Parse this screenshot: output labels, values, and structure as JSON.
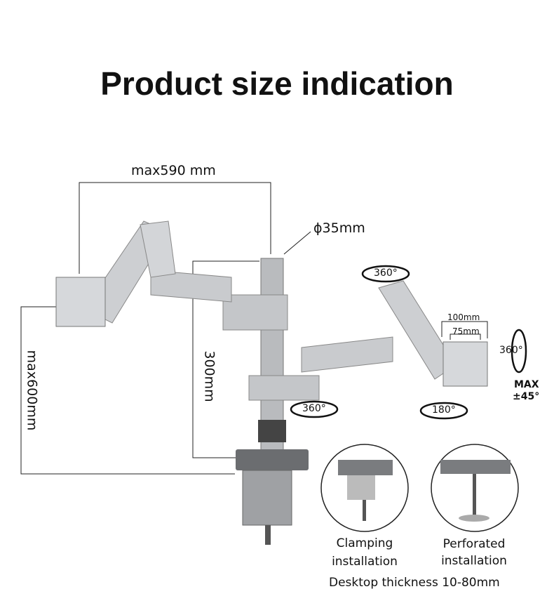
{
  "title": "Product size indication",
  "dimensions": {
    "max_reach": "max590 mm",
    "max_height": "max600mm",
    "pole_height": "300mm",
    "pole_diameter": "ϕ35mm",
    "vesa_large": "100mm",
    "vesa_small": "75mm"
  },
  "rotations": {
    "arm_top": "360°",
    "arm_bottom": "360°",
    "swivel": "180°",
    "rotate": "360°",
    "tilt_line1": "MAX",
    "tilt_line2": "±45°"
  },
  "installation": {
    "clamp_line1": "Clamping",
    "clamp_line2": "installation",
    "perforated_line1": "Perforated",
    "perforated_line2": "installation",
    "desk_thickness": "Desktop thickness 10-80mm"
  }
}
